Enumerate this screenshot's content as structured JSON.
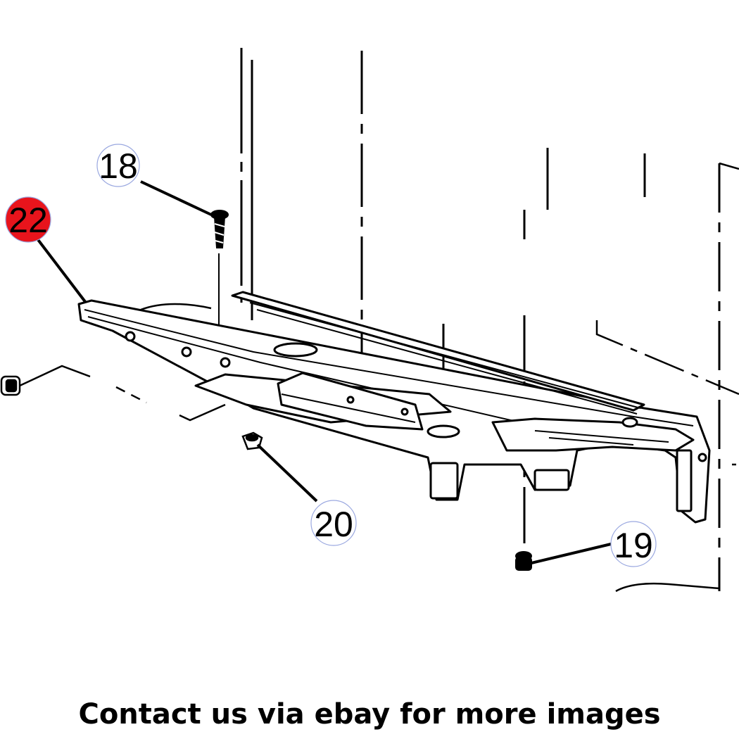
{
  "callouts": {
    "c18": {
      "label": "18"
    },
    "c22": {
      "label": "22",
      "highlighted": true
    },
    "c20": {
      "label": "20"
    },
    "c19": {
      "label": "19"
    }
  },
  "caption": "Contact us via ebay for more images",
  "colors": {
    "highlight": "#e8141c",
    "line": "#000000",
    "callout_ring": "#9aa8e0",
    "background": "#ffffff"
  }
}
